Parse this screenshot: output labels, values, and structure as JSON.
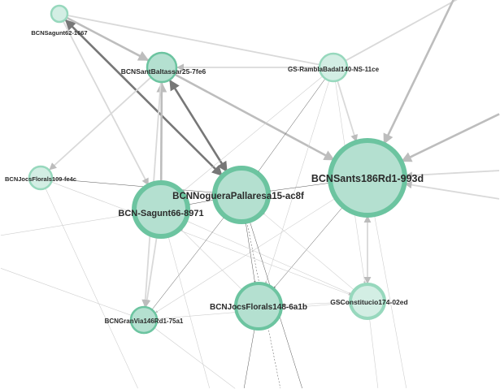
{
  "graph": {
    "colors": {
      "node_fill": "#b4e0d0",
      "node_stroke": "#6cc4a0",
      "node_fill_light": "#d3eee4",
      "node_stroke_light": "#97d8bd",
      "edge_dark": "#777777",
      "edge_mid": "#bdbdbd",
      "edge_light": "#d9d9d9"
    },
    "nodes": [
      {
        "id": "n1",
        "label": "BCNSagunt62-1667",
        "size": "xs"
      },
      {
        "id": "n2",
        "label": "BCNSantBaltassar25-7fe6",
        "size": "s"
      },
      {
        "id": "n3",
        "label": "GS-RamblaBadal140-NS-11ce",
        "size": "s"
      },
      {
        "id": "n4",
        "label": "BCNJocsFlorals109-fe4c",
        "size": "s"
      },
      {
        "id": "n5",
        "label": "BCNSants186Rd1-993d",
        "size": "xl"
      },
      {
        "id": "n6",
        "label": "BCNNogueraPallaresa15-ac8f",
        "size": "l"
      },
      {
        "id": "n7",
        "label": "BCN-Sagunt66-8971",
        "size": "l"
      },
      {
        "id": "n8",
        "label": "BCNJocsFlorals148-6a1b",
        "size": "m"
      },
      {
        "id": "n9",
        "label": "GSConstitucio174-02ed",
        "size": "m"
      },
      {
        "id": "n10",
        "label": "BCNGranVia146Rd1-75a1",
        "size": "s"
      }
    ]
  }
}
